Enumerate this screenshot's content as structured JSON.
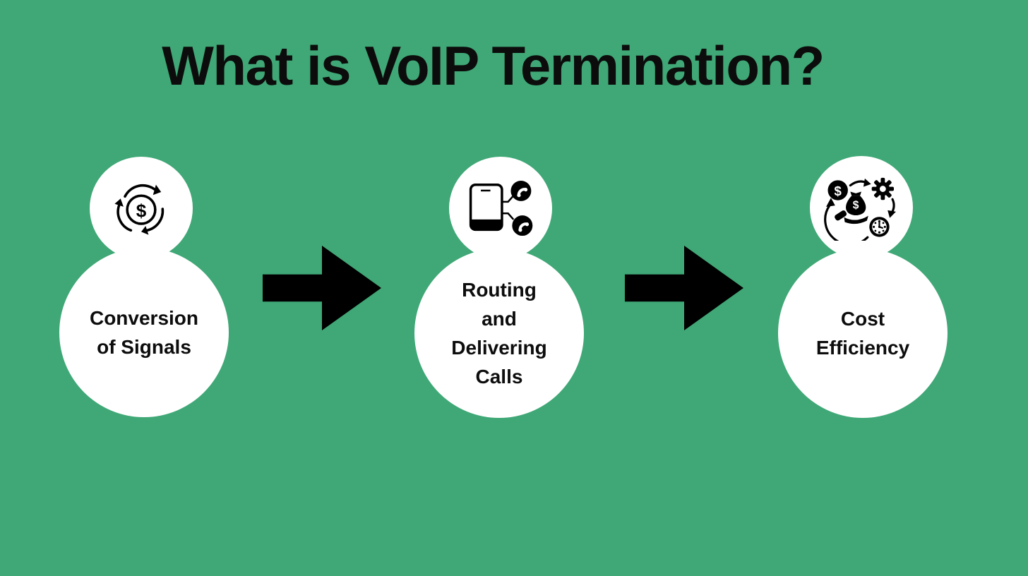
{
  "title": "What is VoIP Termination?",
  "colors": {
    "background": "#3FA876",
    "circle_fill": "#FFFFFF",
    "text": "#0D0D0D",
    "icon": "#000000",
    "arrow": "#000000"
  },
  "symbols": {
    "dollar": "$"
  },
  "steps": [
    {
      "id": "conversion-of-signals",
      "icon": "currency-conversion-icon",
      "lines": [
        "Conversion",
        "of Signals"
      ]
    },
    {
      "id": "routing-and-delivering-calls",
      "icon": "phone-call-routing-icon",
      "lines": [
        "Routing",
        "and",
        "Delivering",
        "Calls"
      ]
    },
    {
      "id": "cost-efficiency",
      "icon": "cost-efficiency-icon",
      "lines": [
        "Cost",
        "Efficiency"
      ]
    }
  ],
  "arrows": [
    {
      "icon": "right-arrow-icon"
    },
    {
      "icon": "right-arrow-icon"
    }
  ]
}
